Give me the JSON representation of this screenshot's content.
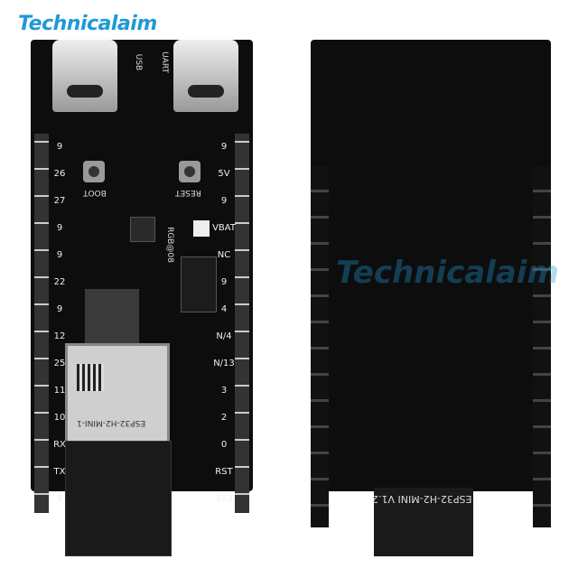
{
  "logo": {
    "text": "Technicalaim",
    "color": "#1f9ad6"
  },
  "watermark": "Technicalaim",
  "front_board": {
    "connectors": [
      "USB",
      "UART"
    ],
    "buttons": [
      "BOOT",
      "RESET"
    ],
    "led_label": "RGB@08",
    "left_pins": [
      "9",
      "26",
      "27",
      "9",
      "9",
      "22",
      "9",
      "12",
      "25",
      "11",
      "10",
      "RX",
      "TX",
      "9"
    ],
    "right_pins": [
      "9",
      "5V",
      "9",
      "VBAT",
      "NC",
      "9",
      "4",
      "N/4",
      "N/13",
      "3",
      "2",
      "0",
      "RST",
      "3V3"
    ],
    "module_label": "ESP32-H2-MINI-1"
  },
  "back_board": {
    "label": "ESP32-H2-MINI V1.2"
  }
}
